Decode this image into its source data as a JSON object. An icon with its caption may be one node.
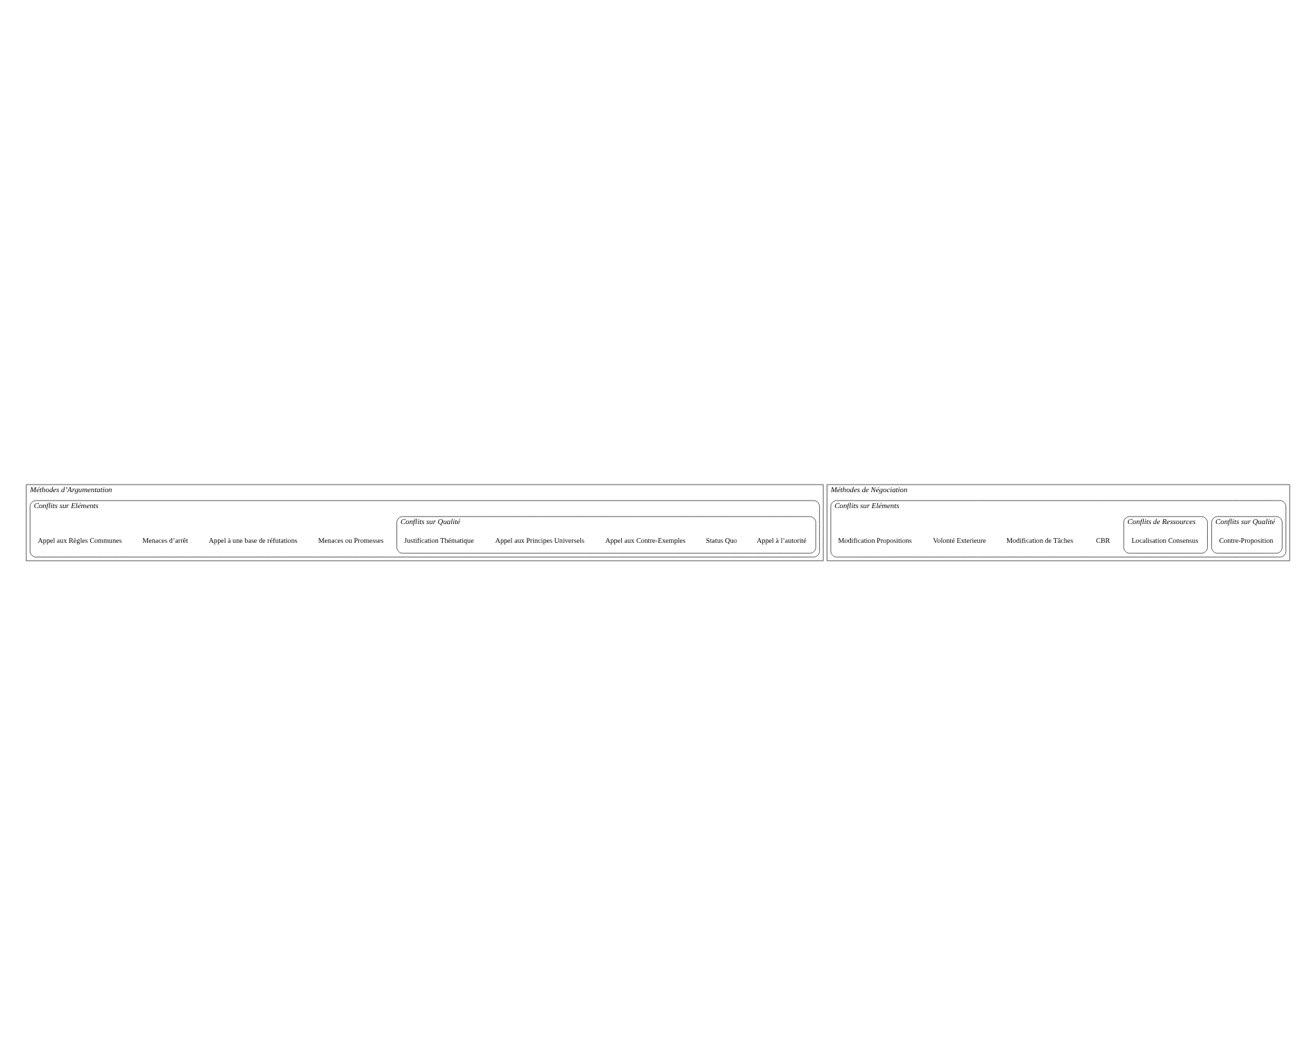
{
  "diagram": {
    "nodes": [
      {
        "text": [
          "Méthodes d’Argumentation"
        ]
      },
      {
        "text": [
          "Conflits sur Eléments"
        ],
        "in": 0
      },
      {
        "text": [
          "Menaces ou Promesses"
        ],
        "in": 1
      },
      {
        "text": [
          "Appel à une base de réfutations"
        ],
        "in": 1
      },
      {
        "text": [
          "Menaces d’arrêt"
        ],
        "in": 1
      },
      {
        "text": [
          "Appel aux Règles Communes"
        ],
        "in": 1
      },
      {
        "text": [
          "Conflits sur Qualité"
        ],
        "in": 1
      },
      {
        "text": [
          "Appel à l’autorité"
        ],
        "in": 6
      },
      {
        "text": [
          "Status Quo"
        ],
        "in": 6
      },
      {
        "text": [
          "Appel aux Contre-Exemples"
        ],
        "in": 6
      },
      {
        "text": [
          "Appel aux Principes Universels"
        ],
        "in": 6
      },
      {
        "text": [
          "Justification Thématique"
        ],
        "in": 6
      },
      {
        "text": [
          "Méthodes de Négociation"
        ]
      },
      {
        "text": [
          "Conflits sur Eléments"
        ],
        "in": 12
      },
      {
        "text": [
          "CBR"
        ],
        "in": 13
      },
      {
        "text": [
          "Modification de Tâches"
        ],
        "in": 13
      },
      {
        "text": [
          "Volonté Exterieure"
        ],
        "in": 13
      },
      {
        "text": [
          "Modification Propositions"
        ],
        "in": 13
      },
      {
        "text": [
          "Conflits sur Qualité"
        ],
        "in": 13
      },
      {
        "text": [
          "Contre-Proposition"
        ],
        "in": 18
      },
      {
        "text": [
          "Conflits de Ressources"
        ],
        "in": 13
      },
      {
        "text": [
          "Localisation Consensus"
        ],
        "in": 20
      }
    ]
  }
}
